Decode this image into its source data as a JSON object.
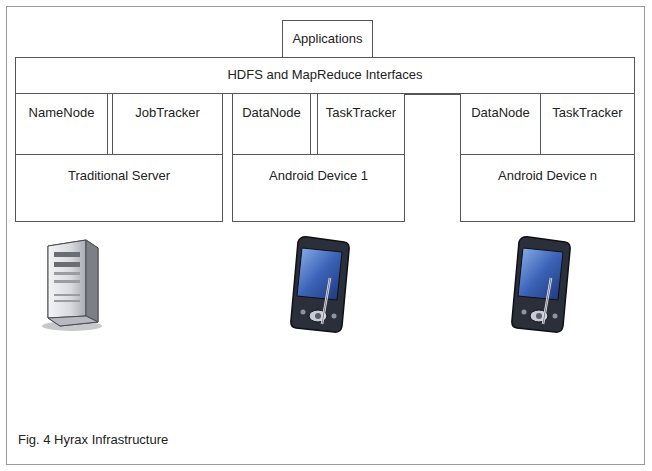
{
  "diagram": {
    "caption": "Fig. 4 Hyrax Infrastructure",
    "nodes": [
      {
        "text": [
          "Applications"
        ]
      },
      {
        "text": [
          "HDFS and MapReduce Interfaces"
        ]
      },
      {
        "text": [
          "NameNode"
        ]
      },
      {
        "text": [
          "JobTracker"
        ]
      },
      {
        "text": [
          "DataNode"
        ]
      },
      {
        "text": [
          "TaskTracker"
        ]
      },
      {
        "text": [
          "DataNode"
        ]
      },
      {
        "text": [
          "TaskTracker"
        ]
      },
      {
        "text": [
          "Traditional Server"
        ]
      },
      {
        "text": [
          "Android Device 1"
        ]
      },
      {
        "text": [
          "Android Device n"
        ]
      }
    ],
    "edges": []
  }
}
